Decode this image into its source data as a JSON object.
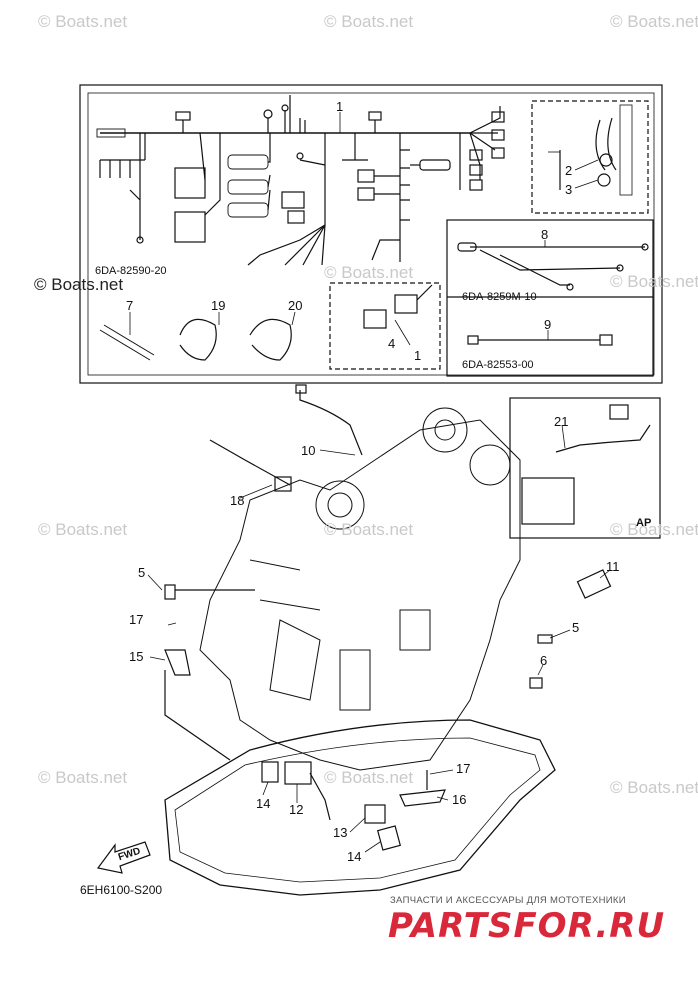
{
  "watermarks": {
    "w1": "© Boats.net",
    "w2": "© Boats.net",
    "w3": "© Boats.net",
    "w4": "© Boats.net",
    "w5": "© Boats.net",
    "w6": "© Boats.net",
    "w7": "© Boats.net",
    "w8": "© Boats.net",
    "w9": "© Boats.net",
    "w10": "© Boats.net",
    "w11": "© Boats.net",
    "w12": "© Boats.net"
  },
  "kit_codes": {
    "main_harness": "6DA-82590-20",
    "harness_8": "6DA-8259M-10",
    "harness_9": "6DA-82553-00"
  },
  "callouts": [
    "1",
    "2",
    "3",
    "7",
    "19",
    "20",
    "4",
    "1",
    "8",
    "9",
    "10",
    "18",
    "21",
    "11",
    "5",
    "5",
    "17",
    "6",
    "15",
    "14",
    "12",
    "17",
    "16",
    "13",
    "14"
  ],
  "ap_label": "AP",
  "fwd_label": "FWD",
  "diagram_code": "6EH6100-S200",
  "brand": {
    "tagline": "ЗАПЧАСТИ И АКСЕССУАРЫ ДЛЯ МОТОТЕХНИКИ",
    "name": "PARTSFOR.RU"
  }
}
